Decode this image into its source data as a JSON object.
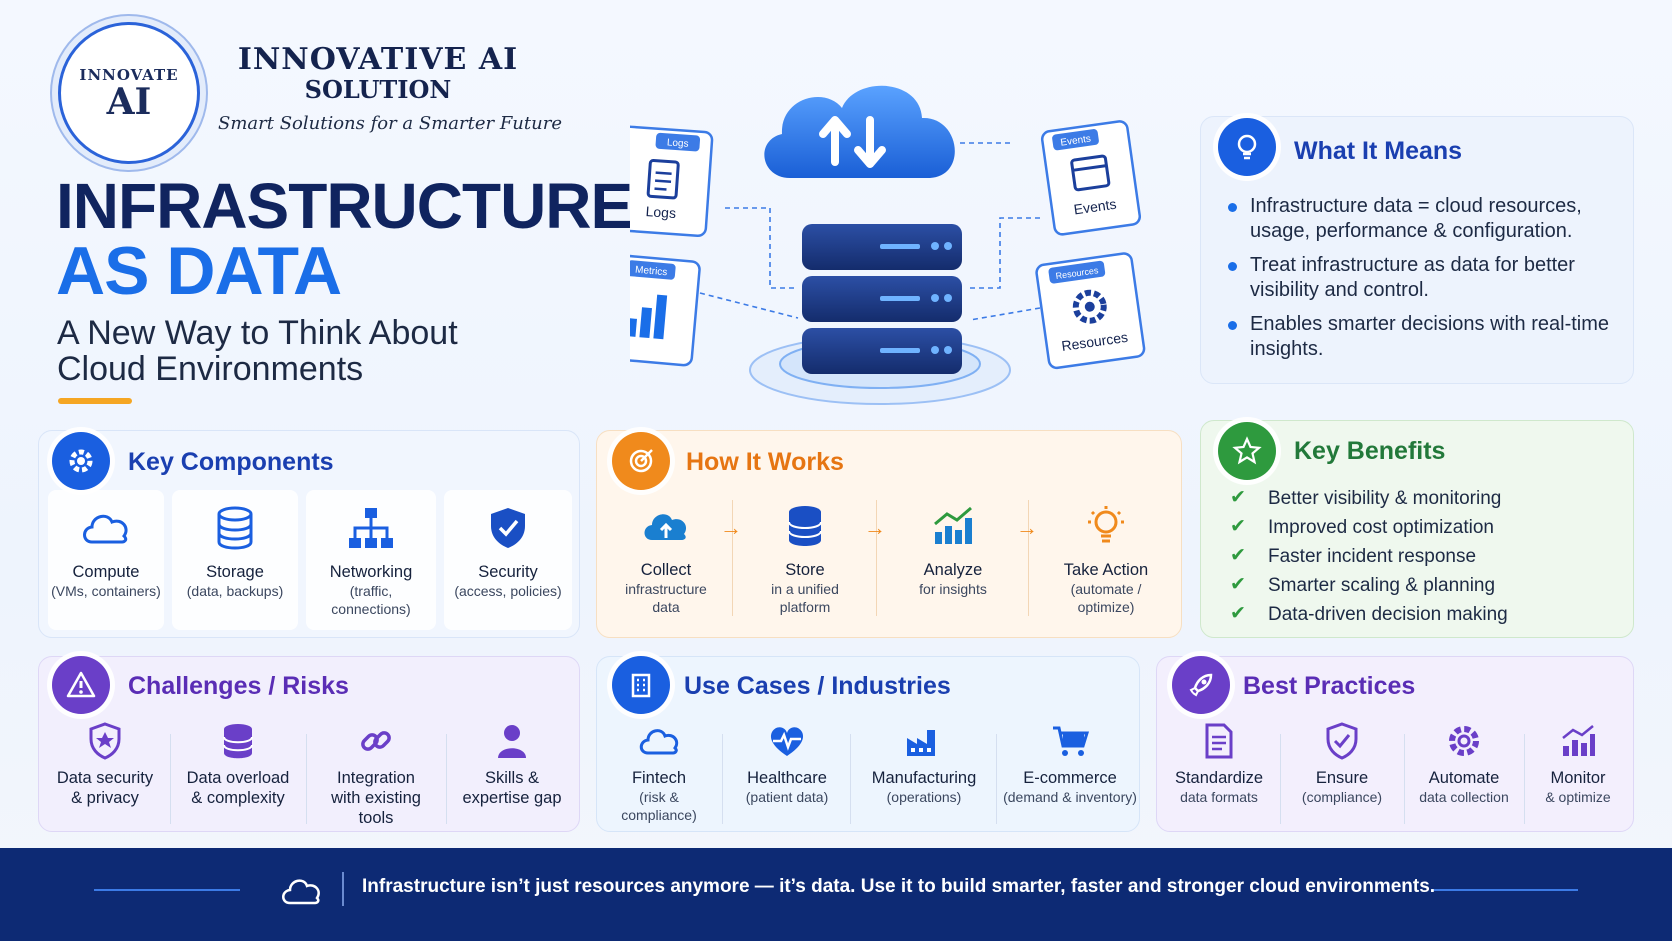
{
  "brand": {
    "logo_top": "INNOVATE",
    "logo_ai": "AI",
    "name_line1": "INNOVATIVE AI",
    "name_line2": "SOLUTION",
    "tagline": "Smart Solutions for a Smarter Future"
  },
  "hero": {
    "title_line1": "INFRASTRUCTURE",
    "title_line2": "AS DATA",
    "subtitle_line1": "A New Way to Think About",
    "subtitle_line2": "Cloud Environments",
    "cards": {
      "logs_tab": "Logs",
      "logs_label": "Logs",
      "metrics_tab": "Metrics",
      "events_tab": "Events",
      "events_label": "Events",
      "resources_tab": "Resources",
      "resources_label": "Resources"
    }
  },
  "what_it_means": {
    "title": "What It Means",
    "items": [
      "Infrastructure data = cloud resources, usage, performance & configuration.",
      "Treat infrastructure as data for better visibility and control.",
      "Enables smarter decisions with real-time insights."
    ]
  },
  "key_components": {
    "title": "Key Components",
    "items": [
      {
        "label": "Compute",
        "sub": "(VMs, containers)",
        "icon": "cloud-icon"
      },
      {
        "label": "Storage",
        "sub": "(data, backups)",
        "icon": "database-icon"
      },
      {
        "label": "Networking",
        "sub": "(traffic, connections)",
        "icon": "network-icon"
      },
      {
        "label": "Security",
        "sub": "(access, policies)",
        "icon": "shield-icon"
      }
    ]
  },
  "how_it_works": {
    "title": "How It Works",
    "steps": [
      {
        "label": "Collect",
        "sub": "infrastructure data",
        "icon": "cloud-upload-icon"
      },
      {
        "label": "Store",
        "sub": "in a unified platform",
        "icon": "database-icon"
      },
      {
        "label": "Analyze",
        "sub": "for insights",
        "icon": "chart-icon"
      },
      {
        "label": "Take Action",
        "sub": "(automate / optimize)",
        "icon": "lightbulb-icon"
      }
    ],
    "arrow": "→"
  },
  "key_benefits": {
    "title": "Key Benefits",
    "items": [
      "Better visibility & monitoring",
      "Improved cost optimization",
      "Faster incident response",
      "Smarter scaling & planning",
      "Data-driven decision making"
    ]
  },
  "challenges": {
    "title": "Challenges / Risks",
    "items": [
      {
        "label": "Data security",
        "sub": "& privacy",
        "icon": "shield-icon"
      },
      {
        "label": "Data overload",
        "sub": "& complexity",
        "icon": "database-icon"
      },
      {
        "label": "Integration",
        "sub": "with existing tools",
        "icon": "link-icon"
      },
      {
        "label": "Skills &",
        "sub": "expertise gap",
        "icon": "person-icon"
      }
    ]
  },
  "use_cases": {
    "title": "Use Cases / Industries",
    "items": [
      {
        "label": "Fintech",
        "sub": "(risk & compliance)",
        "icon": "cloud-icon"
      },
      {
        "label": "Healthcare",
        "sub": "(patient data)",
        "icon": "heartbeat-icon"
      },
      {
        "label": "Manufacturing",
        "sub": "(operations)",
        "icon": "factory-icon"
      },
      {
        "label": "E-commerce",
        "sub": "(demand & inventory)",
        "icon": "cart-icon"
      }
    ]
  },
  "best_practices": {
    "title": "Best Practices",
    "items": [
      {
        "label": "Standardize",
        "sub": "data formats",
        "icon": "document-icon"
      },
      {
        "label": "Ensure",
        "sub": "(compliance)",
        "icon": "shield-icon"
      },
      {
        "label": "Automate",
        "sub": "data collection",
        "icon": "gear-icon"
      },
      {
        "label": "Monitor",
        "sub": "& optimize",
        "icon": "chart-icon"
      }
    ]
  },
  "footer": {
    "text": "Infrastructure isn’t just resources anymore — it’s data. Use it to build smarter, faster and stronger cloud environments."
  },
  "colors": {
    "navy": "#10245f",
    "blue": "#1a6ee8",
    "orange": "#f08a1c",
    "green": "#2e9a3e",
    "purple": "#6a3fc8",
    "footer": "#0d2a74"
  }
}
